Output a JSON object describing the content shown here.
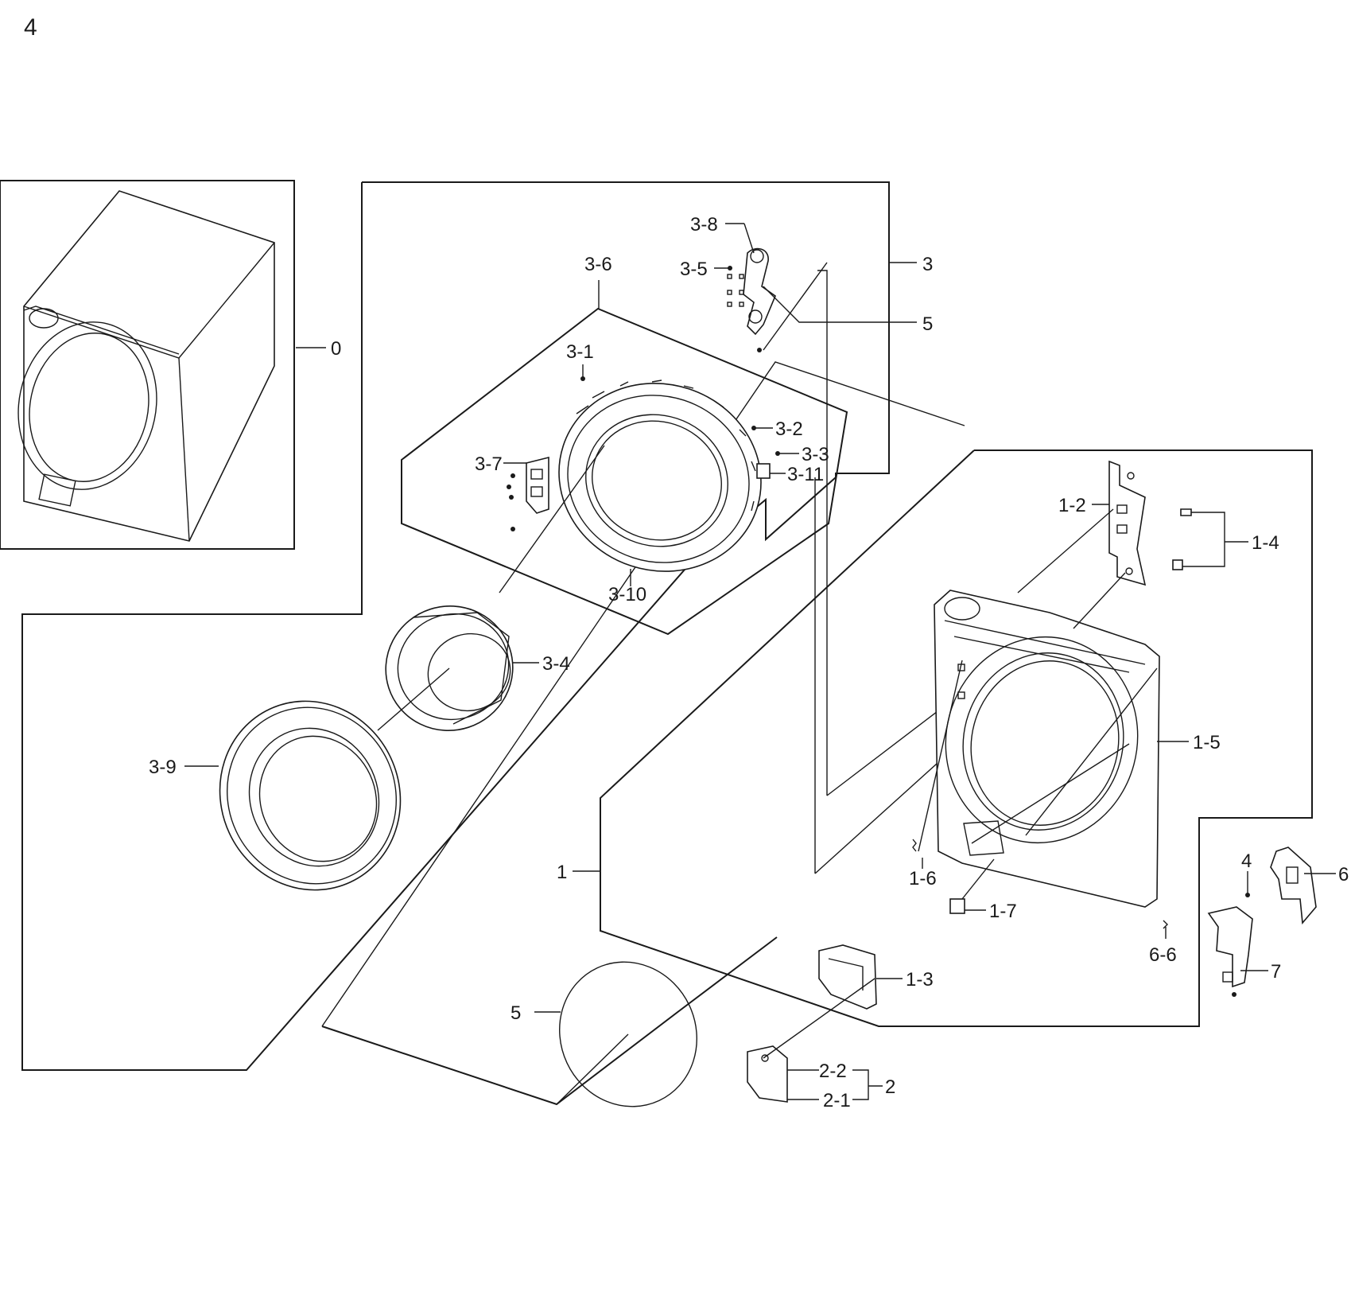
{
  "page_number": "4",
  "labels": {
    "l0": "0",
    "l1": "1",
    "l1_2": "1-2",
    "l1_3": "1-3",
    "l1_4": "1-4",
    "l1_5": "1-5",
    "l1_6": "1-6",
    "l1_7": "1-7",
    "l2": "2",
    "l2_1": "2-1",
    "l2_2": "2-2",
    "l3": "3",
    "l3_1": "3-1",
    "l3_2": "3-2",
    "l3_3": "3-3",
    "l3_4": "3-4",
    "l3_5": "3-5",
    "l3_6": "3-6",
    "l3_7": "3-7",
    "l3_8": "3-8",
    "l3_9": "3-9",
    "l3_10": "3-10",
    "l3_11": "3-11",
    "l4": "4",
    "l5a": "5",
    "l5b": "5",
    "l6": "6",
    "l6_6": "6-6",
    "l7": "7"
  }
}
